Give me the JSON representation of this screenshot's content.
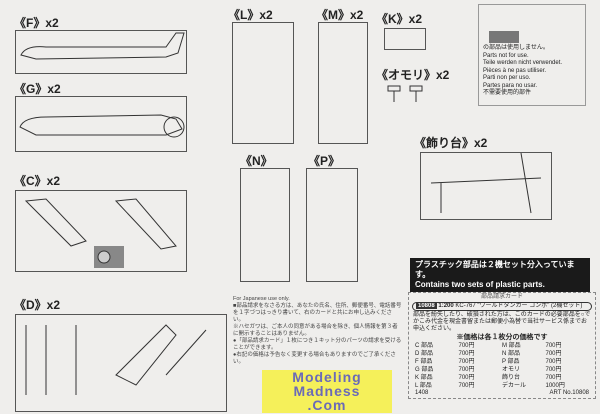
{
  "sprues": {
    "F": "《F》x2",
    "G": "《G》x2",
    "C": "《C》x2",
    "D": "《D》x2",
    "L": "《L》x2",
    "M": "《M》x2",
    "K": "《K》x2",
    "omori": "《オモリ》x2",
    "stand": "《飾り台》x2",
    "N": "《N》",
    "P": "《P》"
  },
  "legend": {
    "lines": [
      "の部品は使用しません。",
      "Parts not for use.",
      "Teile werden nicht verwendet.",
      "Pièces à ne pas utiliser.",
      "Parti non per uso.",
      "Partes para no usar.",
      "不需要使用的部件"
    ]
  },
  "notice": {
    "title": "For Japanese use only.",
    "lines": [
      "■部品請求をなさる方は、あなたの氏名、住所、郵便番号、電話番号を１字づつはっきり書いて、右のカードと共にお申し込みください。",
      "※ハセガワは、ご本人の同意がある場合を除き、個人情報を第３者に開示することはありません。",
      "●「部品請求カード」１枚につき１キット分のパーツの請求を受けることができます。",
      "●右記の価格は予告なく変更する場合もありますのでご了承ください。"
    ]
  },
  "banner": {
    "jp": "プラスチック部品は２機セット分入っています。",
    "en": "Contains two sets of plastic parts."
  },
  "card": {
    "title": "部品請求カード",
    "kit_no": "10808",
    "scale": "1:200",
    "kit_name": "KC-767 \"ワールドタンカー コンボ\" (2機セット)",
    "instructions": "部品を紛失したり、破損された方は、このカードの必要部品を○でかこみ代金を現金書留または郵便小為替で当社サービス係までお申込ください。",
    "price_note": "※価格は各１枚分の価格です",
    "parts": [
      [
        "C 部品",
        "700円",
        "M 部品",
        "700円"
      ],
      [
        "D 部品",
        "700円",
        "N 部品",
        "700円"
      ],
      [
        "F 部品",
        "700円",
        "P 部品",
        "700円"
      ],
      [
        "G 部品",
        "700円",
        "オモリ",
        "700円"
      ],
      [
        "K 部品",
        "700円",
        "飾り台",
        "700円"
      ],
      [
        "L 部品",
        "700円",
        "デカール",
        "1000円"
      ]
    ],
    "code": "1408",
    "art": "ART No.10808"
  },
  "watermark": [
    "Modeling",
    "Madness",
    ".Com"
  ]
}
